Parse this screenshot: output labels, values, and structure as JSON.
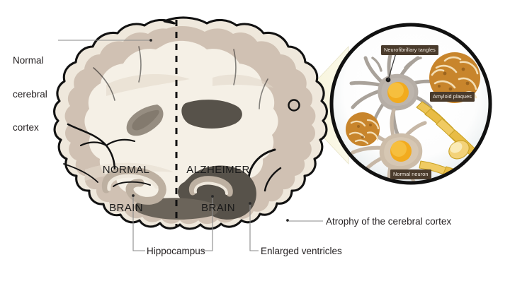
{
  "figure": {
    "title": "Normal brain versus Alzheimer brain coronal cross-section with magnified neuron inset",
    "background": "#ffffff"
  },
  "brain": {
    "hemisphere_labels": [
      {
        "name": "normal-brain",
        "line1": "NORMAL",
        "line2": "BRAIN"
      },
      {
        "name": "alzheimer-brain",
        "line1": "ALZHEIMER",
        "line2": "BRAIN"
      }
    ],
    "divider": "dashed-midline"
  },
  "callouts": [
    {
      "name": "normal-cerebral-cortex",
      "lines": [
        "Normal",
        "cerebral",
        "cortex"
      ],
      "text": "Normal cerebral cortex"
    },
    {
      "name": "atrophy-of-the-cerebral-cortex",
      "lines": [
        "Atrophy of the cerebral cortex"
      ],
      "text": "Atrophy of the cerebral cortex"
    },
    {
      "name": "hippocampus",
      "lines": [
        "Hippocampus"
      ],
      "text": "Hippocampus"
    },
    {
      "name": "enlarged-ventricles",
      "lines": [
        "Enlarged ventricles"
      ],
      "text": "Enlarged ventricles"
    }
  ],
  "inset": {
    "shape": "circle",
    "labels": [
      {
        "name": "neurofibrillary-tangles",
        "text": "Neurofibrillary tangles"
      },
      {
        "name": "amyloid-plaques",
        "text": "Amyloid plaques"
      },
      {
        "name": "normal-neuron",
        "text": "Normal neuron"
      }
    ]
  },
  "colors": {
    "outline": "#121212",
    "cortex_band": "#c9bcae",
    "cortex_band_light": "#d8cec2",
    "white_matter": "#f2ece2",
    "interior_shade": "#e4dbcd",
    "ventricle_dark": "#57524a",
    "ventricle_mid": "#8d8478",
    "plaque": "#c8852c",
    "neuron_nucleus": "#f5b225",
    "axon": "#edc455",
    "plate_bg": "#4a3b2c",
    "plate_text": "#f4ece2",
    "leader": "#7e7e7e",
    "cone": "#f8f5dd",
    "text": "#231f20"
  }
}
